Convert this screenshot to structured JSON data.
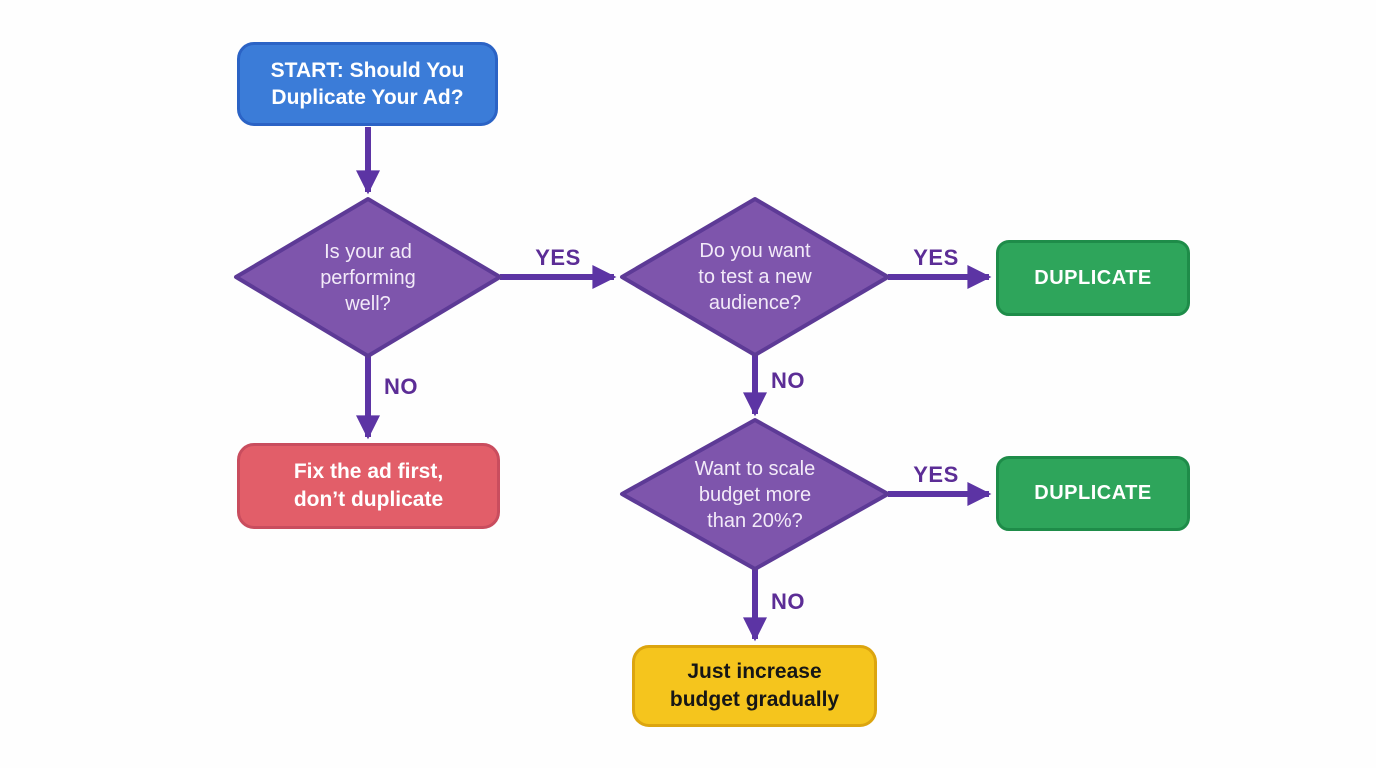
{
  "diagram": {
    "type": "flowchart",
    "background": "#fefefe",
    "nodes": {
      "start": {
        "label": "START: Should You\nDuplicate Your Ad?",
        "shape": "rounded-rect",
        "fill": "#3b7cd8",
        "border": "#2b63c5",
        "text_color": "#ffffff"
      },
      "q_performing": {
        "label": "Is your ad\nperforming\nwell?",
        "shape": "diamond",
        "fill": "#7e55ac",
        "border": "#5d3a96",
        "text_color": "#f2eaf8"
      },
      "q_audience": {
        "label": "Do you want\nto test a new\naudience?",
        "shape": "diamond",
        "fill": "#7e55ac",
        "border": "#5d3a96",
        "text_color": "#f2eaf8"
      },
      "q_budget": {
        "label": "Want to scale\nbudget more\nthan 20%?",
        "shape": "diamond",
        "fill": "#7e55ac",
        "border": "#5d3a96",
        "text_color": "#f2eaf8"
      },
      "fix_ad": {
        "label": "Fix the ad first,\ndon’t duplicate",
        "shape": "rounded-rect",
        "fill": "#e25e69",
        "border": "#c94d5e",
        "text_color": "#ffffff"
      },
      "duplicate_1": {
        "label": "DUPLICATE",
        "shape": "rounded-rect",
        "fill": "#2ea55b",
        "border": "#1e8c49",
        "text_color": "#ffffff"
      },
      "duplicate_2": {
        "label": "DUPLICATE",
        "shape": "rounded-rect",
        "fill": "#2ea55b",
        "border": "#1e8c49",
        "text_color": "#ffffff"
      },
      "increase_budget": {
        "label": "Just increase\nbudget gradually",
        "shape": "rounded-rect",
        "fill": "#f5c51d",
        "border": "#dca50f",
        "text_color": "#161616"
      }
    },
    "edges": [
      {
        "from": "start",
        "to": "q_performing",
        "label": ""
      },
      {
        "from": "q_performing",
        "to": "q_audience",
        "label": "YES"
      },
      {
        "from": "q_performing",
        "to": "fix_ad",
        "label": "NO"
      },
      {
        "from": "q_audience",
        "to": "duplicate_1",
        "label": "YES"
      },
      {
        "from": "q_audience",
        "to": "q_budget",
        "label": "NO"
      },
      {
        "from": "q_budget",
        "to": "duplicate_2",
        "label": "YES"
      },
      {
        "from": "q_budget",
        "to": "increase_budget",
        "label": "NO"
      }
    ],
    "edge_color": "#5c34a4",
    "edge_label_color": "#5c2d96"
  }
}
